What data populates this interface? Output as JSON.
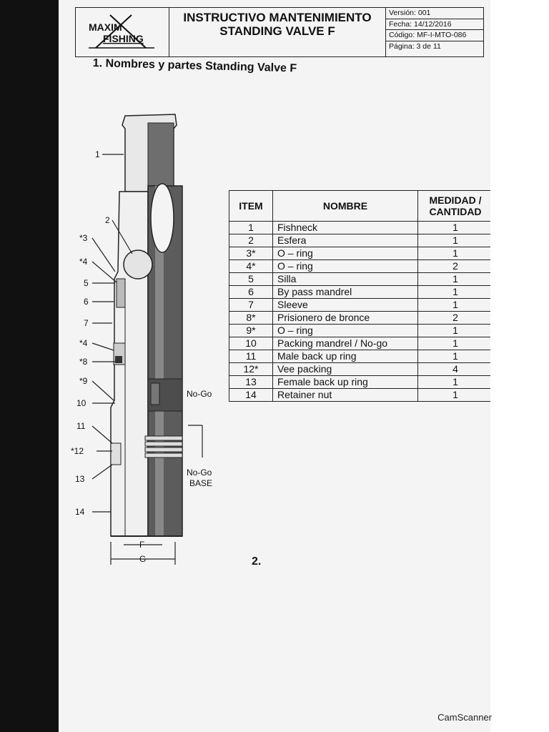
{
  "header": {
    "logo_text_top": "MAXIM",
    "logo_text_bottom": "FISHING",
    "title_line1": "INSTRUCTIVO MANTENIMIENTO",
    "title_line2": "STANDING VALVE F",
    "version": "Versión: 001",
    "date": "Fecha: 14/12/2016",
    "code": "Código: MF-I-MTO-086",
    "page": "Página: 3 de 11"
  },
  "section_title": "1. Nombres y partes Standing Valve F",
  "diagram": {
    "callouts": [
      "1",
      "2",
      "*3",
      "*4",
      "5",
      "6",
      "7",
      "*4",
      "*8",
      "*9",
      "10",
      "11",
      "*12",
      "13",
      "14"
    ],
    "nogo_label": "No-Go",
    "nogo_base_label_1": "No-Go",
    "nogo_base_label_2": "BASE",
    "dim_f": "F",
    "dim_g": "G"
  },
  "table": {
    "col_item": "ITEM",
    "col_name": "NOMBRE",
    "col_qty_1": "MEDIDAD /",
    "col_qty_2": "CANTIDAD",
    "rows": [
      {
        "item": "1",
        "name": "Fishneck",
        "qty": "1"
      },
      {
        "item": "2",
        "name": "Esfera",
        "qty": "1"
      },
      {
        "item": "3*",
        "name": "O – ring",
        "qty": "1"
      },
      {
        "item": "4*",
        "name": "O – ring",
        "qty": "2"
      },
      {
        "item": "5",
        "name": "Silla",
        "qty": "1"
      },
      {
        "item": "6",
        "name": "By pass mandrel",
        "qty": "1"
      },
      {
        "item": "7",
        "name": "Sleeve",
        "qty": "1"
      },
      {
        "item": "8*",
        "name": "Prisionero de bronce",
        "qty": "2"
      },
      {
        "item": "9*",
        "name": "O – ring",
        "qty": "1"
      },
      {
        "item": "10",
        "name": "Packing mandrel / No-go",
        "qty": "1"
      },
      {
        "item": "11",
        "name": "Male back up ring",
        "qty": "1"
      },
      {
        "item": "12*",
        "name": "Vee packing",
        "qty": "4"
      },
      {
        "item": "13",
        "name": "Female back up ring",
        "qty": "1"
      },
      {
        "item": "14",
        "name": "Retainer nut",
        "qty": "1"
      }
    ]
  },
  "figure_number": "2.",
  "footer": "CamScanner"
}
